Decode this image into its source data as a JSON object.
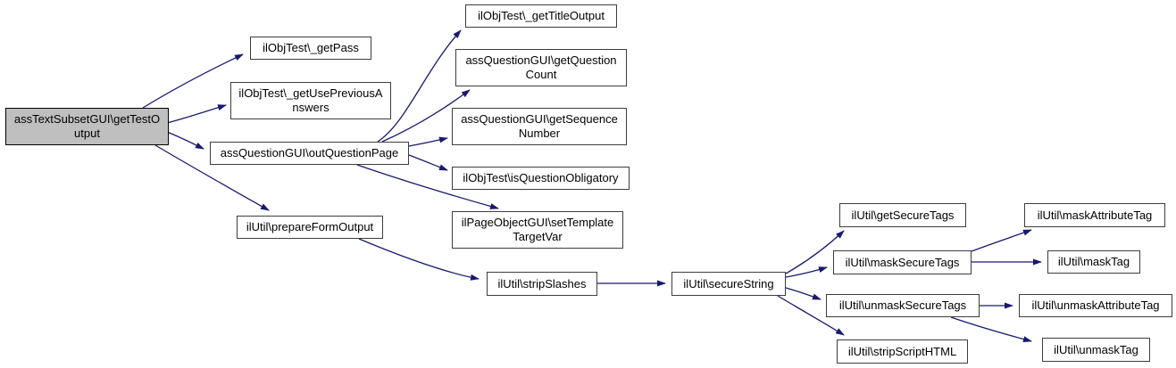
{
  "diagram": {
    "type": "call-graph",
    "background_color": "#ffffff",
    "edge_color": "#191970",
    "node_fill": "#ffffff",
    "node_border_color": "#3d3d3d",
    "highlighted_node_fill": "#bfbfbf",
    "text_color": "#000000",
    "nodes": [
      {
        "id": "getTestOutput",
        "label": "assTextSubsetGUI\\getTestOutput",
        "highlighted": true
      },
      {
        "id": "getPass",
        "label": "ilObjTest\\_getPass"
      },
      {
        "id": "getUsePreviousAnswers",
        "label": "ilObjTest\\_getUsePreviousAnswers"
      },
      {
        "id": "outQuestionPage",
        "label": "assQuestionGUI\\outQuestionPage"
      },
      {
        "id": "prepareFormOutput",
        "label": "ilUtil\\prepareFormOutput"
      },
      {
        "id": "getTitleOutput",
        "label": "ilObjTest\\_getTitleOutput"
      },
      {
        "id": "getQuestionCount",
        "label": "assQuestionGUI\\getQuestionCount"
      },
      {
        "id": "getSequenceNumber",
        "label": "assQuestionGUI\\getSequenceNumber"
      },
      {
        "id": "isQuestionObligatory",
        "label": "ilObjTest\\isQuestionObligatory"
      },
      {
        "id": "setTemplateTargetVar",
        "label": "ilPageObjectGUI\\setTemplateTargetVar"
      },
      {
        "id": "stripSlashes",
        "label": "ilUtil\\stripSlashes"
      },
      {
        "id": "secureString",
        "label": "ilUtil\\secureString"
      },
      {
        "id": "getSecureTags",
        "label": "ilUtil\\getSecureTags"
      },
      {
        "id": "maskSecureTags",
        "label": "ilUtil\\maskSecureTags"
      },
      {
        "id": "unmaskSecureTags",
        "label": "ilUtil\\unmaskSecureTags"
      },
      {
        "id": "stripScriptHTML",
        "label": "ilUtil\\stripScriptHTML"
      },
      {
        "id": "maskAttributeTag",
        "label": "ilUtil\\maskAttributeTag"
      },
      {
        "id": "maskTag",
        "label": "ilUtil\\maskTag"
      },
      {
        "id": "unmaskAttributeTag",
        "label": "ilUtil\\unmaskAttributeTag"
      },
      {
        "id": "unmaskTag",
        "label": "ilUtil\\unmaskTag"
      }
    ],
    "edges": [
      {
        "from": "getTestOutput",
        "to": "getPass"
      },
      {
        "from": "getTestOutput",
        "to": "getUsePreviousAnswers"
      },
      {
        "from": "getTestOutput",
        "to": "outQuestionPage"
      },
      {
        "from": "getTestOutput",
        "to": "prepareFormOutput"
      },
      {
        "from": "outQuestionPage",
        "to": "getTitleOutput"
      },
      {
        "from": "outQuestionPage",
        "to": "getQuestionCount"
      },
      {
        "from": "outQuestionPage",
        "to": "getSequenceNumber"
      },
      {
        "from": "outQuestionPage",
        "to": "isQuestionObligatory"
      },
      {
        "from": "outQuestionPage",
        "to": "setTemplateTargetVar"
      },
      {
        "from": "prepareFormOutput",
        "to": "stripSlashes"
      },
      {
        "from": "stripSlashes",
        "to": "secureString"
      },
      {
        "from": "secureString",
        "to": "getSecureTags"
      },
      {
        "from": "secureString",
        "to": "maskSecureTags"
      },
      {
        "from": "secureString",
        "to": "unmaskSecureTags"
      },
      {
        "from": "secureString",
        "to": "stripScriptHTML"
      },
      {
        "from": "maskSecureTags",
        "to": "maskAttributeTag"
      },
      {
        "from": "maskSecureTags",
        "to": "maskTag"
      },
      {
        "from": "unmaskSecureTags",
        "to": "unmaskAttributeTag"
      },
      {
        "from": "unmaskSecureTags",
        "to": "unmaskTag"
      }
    ]
  }
}
